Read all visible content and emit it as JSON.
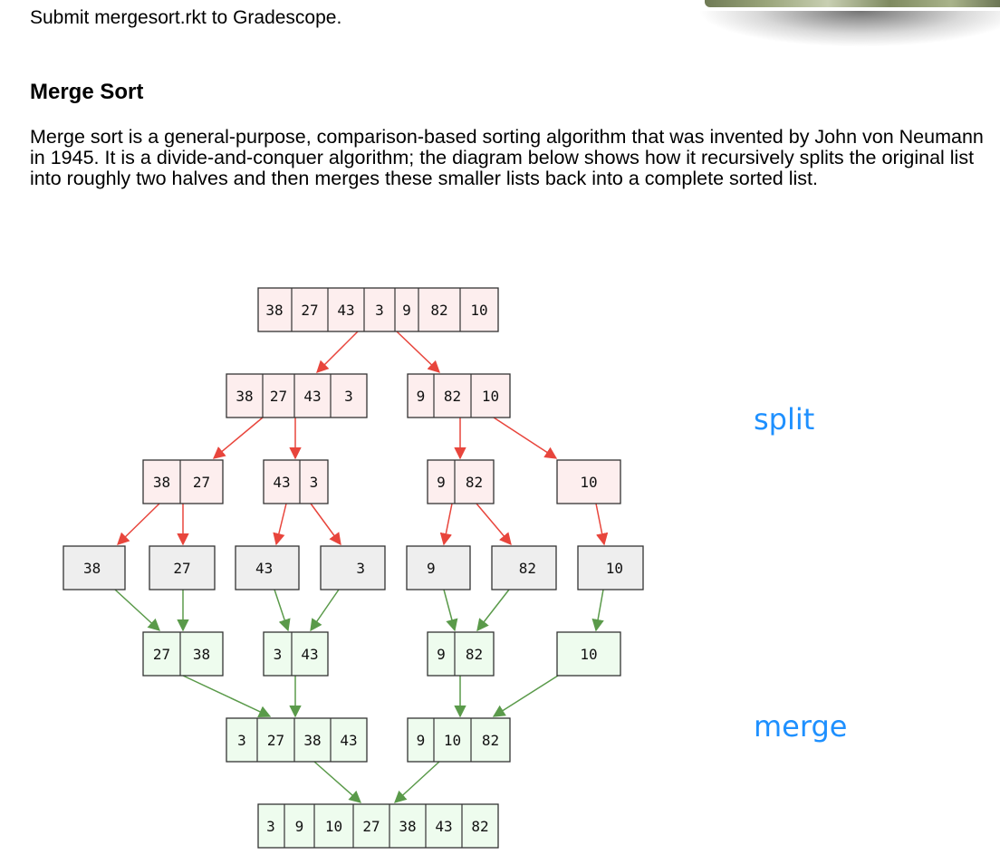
{
  "page": {
    "submit_text": "Submit mergesort.rkt to Gradescope.",
    "section_title": "Merge Sort",
    "intro_paragraph": "Merge sort is a general-purpose, comparison-based sorting algorithm that was invented by John von Neumann in 1945. It is a divide-and-conquer algorithm; the diagram below shows how it recursively splits the original list into roughly two halves and then merges these smaller lists back into a complete sorted list."
  },
  "diagram": {
    "split_label": "split",
    "merge_label": "merge",
    "colors": {
      "split_fill": "#fdeeee",
      "leaf_fill": "#eeeeee",
      "merge_fill": "#eefcee",
      "split_arrow": "#e8453c",
      "merge_arrow": "#5a9a4a",
      "label": "#1e90ff"
    },
    "nodes": [
      {
        "id": "n0",
        "values": [
          "38",
          "27",
          "43",
          "3",
          "9",
          "82",
          "10"
        ],
        "kind": "split"
      },
      {
        "id": "n1",
        "values": [
          "38",
          "27",
          "43",
          "3"
        ],
        "kind": "split"
      },
      {
        "id": "n2",
        "values": [
          "9",
          "82",
          "10"
        ],
        "kind": "split"
      },
      {
        "id": "n3",
        "values": [
          "38",
          "27"
        ],
        "kind": "split"
      },
      {
        "id": "n4",
        "values": [
          "43",
          "3"
        ],
        "kind": "split"
      },
      {
        "id": "n5",
        "values": [
          "9",
          "82"
        ],
        "kind": "split"
      },
      {
        "id": "n6",
        "values": [
          "10"
        ],
        "kind": "split"
      },
      {
        "id": "l0",
        "values": [
          "38"
        ],
        "kind": "leaf"
      },
      {
        "id": "l1",
        "values": [
          "27"
        ],
        "kind": "leaf"
      },
      {
        "id": "l2",
        "values": [
          "43"
        ],
        "kind": "leaf"
      },
      {
        "id": "l3",
        "values": [
          "3"
        ],
        "kind": "leaf"
      },
      {
        "id": "l4",
        "values": [
          "9"
        ],
        "kind": "leaf"
      },
      {
        "id": "l5",
        "values": [
          "82"
        ],
        "kind": "leaf"
      },
      {
        "id": "l6",
        "values": [
          "10"
        ],
        "kind": "leaf"
      },
      {
        "id": "m0",
        "values": [
          "27",
          "38"
        ],
        "kind": "merge"
      },
      {
        "id": "m1",
        "values": [
          "3",
          "43"
        ],
        "kind": "merge"
      },
      {
        "id": "m2",
        "values": [
          "9",
          "82"
        ],
        "kind": "merge"
      },
      {
        "id": "m3",
        "values": [
          "10"
        ],
        "kind": "merge"
      },
      {
        "id": "m4",
        "values": [
          "3",
          "27",
          "38",
          "43"
        ],
        "kind": "merge"
      },
      {
        "id": "m5",
        "values": [
          "9",
          "10",
          "82"
        ],
        "kind": "merge"
      },
      {
        "id": "m6",
        "values": [
          "3",
          "9",
          "10",
          "27",
          "38",
          "43",
          "82"
        ],
        "kind": "merge"
      }
    ],
    "edges": [
      {
        "from": "n0",
        "to": "n1",
        "kind": "split"
      },
      {
        "from": "n0",
        "to": "n2",
        "kind": "split"
      },
      {
        "from": "n1",
        "to": "n3",
        "kind": "split"
      },
      {
        "from": "n1",
        "to": "n4",
        "kind": "split"
      },
      {
        "from": "n2",
        "to": "n5",
        "kind": "split"
      },
      {
        "from": "n2",
        "to": "n6",
        "kind": "split"
      },
      {
        "from": "n3",
        "to": "l0",
        "kind": "split"
      },
      {
        "from": "n3",
        "to": "l1",
        "kind": "split"
      },
      {
        "from": "n4",
        "to": "l2",
        "kind": "split"
      },
      {
        "from": "n4",
        "to": "l3",
        "kind": "split"
      },
      {
        "from": "n5",
        "to": "l4",
        "kind": "split"
      },
      {
        "from": "n5",
        "to": "l5",
        "kind": "split"
      },
      {
        "from": "n6",
        "to": "l6",
        "kind": "split"
      },
      {
        "from": "l0",
        "to": "m0",
        "kind": "merge"
      },
      {
        "from": "l1",
        "to": "m0",
        "kind": "merge"
      },
      {
        "from": "l2",
        "to": "m1",
        "kind": "merge"
      },
      {
        "from": "l3",
        "to": "m1",
        "kind": "merge"
      },
      {
        "from": "l4",
        "to": "m2",
        "kind": "merge"
      },
      {
        "from": "l5",
        "to": "m2",
        "kind": "merge"
      },
      {
        "from": "l6",
        "to": "m3",
        "kind": "merge"
      },
      {
        "from": "m0",
        "to": "m4",
        "kind": "merge"
      },
      {
        "from": "m1",
        "to": "m4",
        "kind": "merge"
      },
      {
        "from": "m2",
        "to": "m5",
        "kind": "merge"
      },
      {
        "from": "m3",
        "to": "m5",
        "kind": "merge"
      },
      {
        "from": "m4",
        "to": "m6",
        "kind": "merge"
      },
      {
        "from": "m5",
        "to": "m6",
        "kind": "merge"
      }
    ]
  }
}
